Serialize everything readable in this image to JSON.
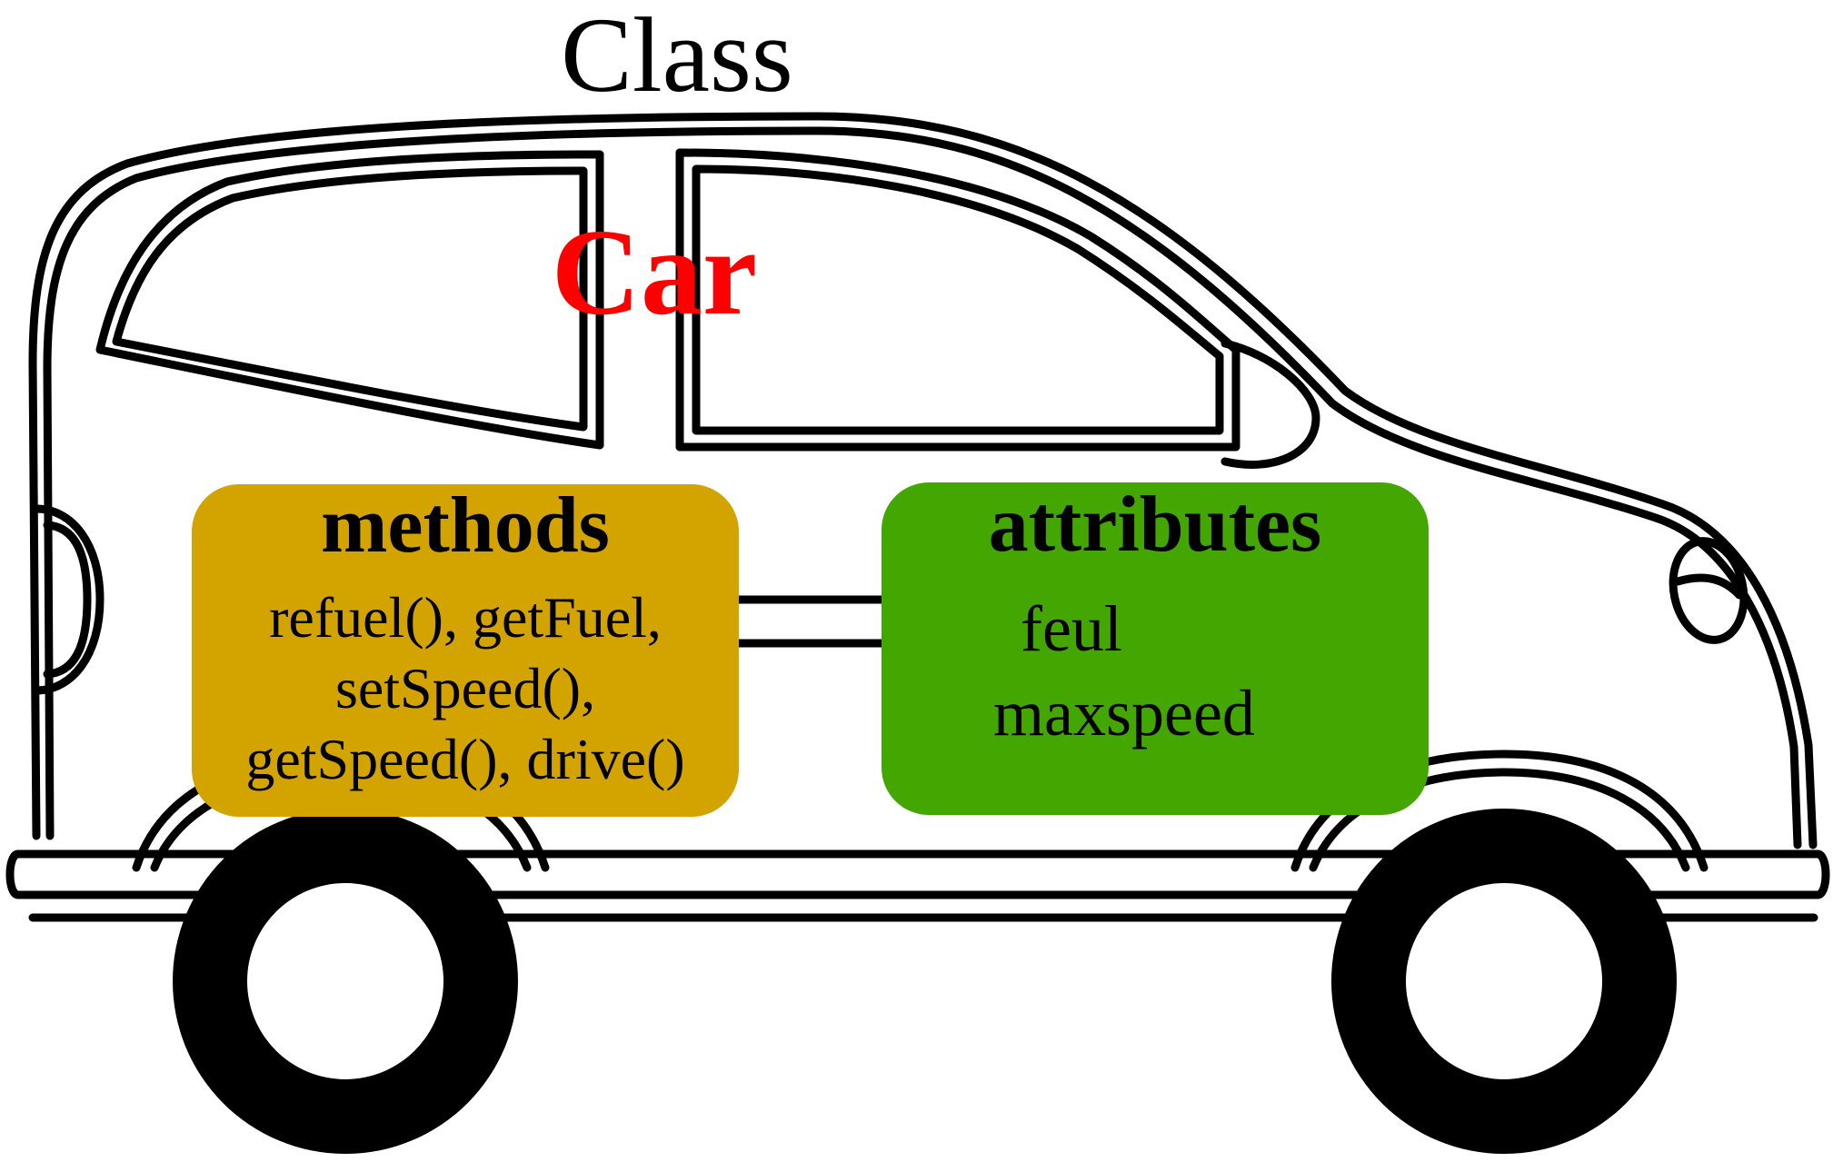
{
  "title": "Class",
  "class_name": "Car",
  "class_name_color": "#ff0000",
  "methods": {
    "heading": "methods",
    "lines": [
      "refuel(), getFuel,",
      "setSpeed(),",
      "getSpeed(), drive()"
    ],
    "color": "#d3a400"
  },
  "attributes": {
    "heading": "attributes",
    "lines": [
      "feul",
      "maxspeed"
    ],
    "color": "#44a600"
  },
  "illustration": "car-outline-icon"
}
